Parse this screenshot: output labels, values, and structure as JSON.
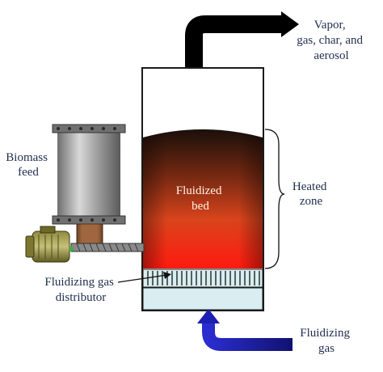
{
  "labels": {
    "vapor": [
      "Vapor,",
      "gas, char, and",
      "aerosol"
    ],
    "biomass": [
      "Biomass",
      "feed"
    ],
    "bed": [
      "Fluidized",
      "bed"
    ],
    "heated": [
      "Heated",
      "zone"
    ],
    "distributor": [
      "Fluidizing gas",
      "distributor"
    ],
    "inlet": [
      "Fluidizing",
      "gas"
    ]
  },
  "colors": {
    "bed_top": "#1a0f0a",
    "bed_mid": "#d9441c",
    "bed_bottom": "#ff1a10",
    "inlet_arrow": "#1c1fb0",
    "outlet_arrow": "#000000",
    "distributor_bg": "#d8eef0"
  }
}
